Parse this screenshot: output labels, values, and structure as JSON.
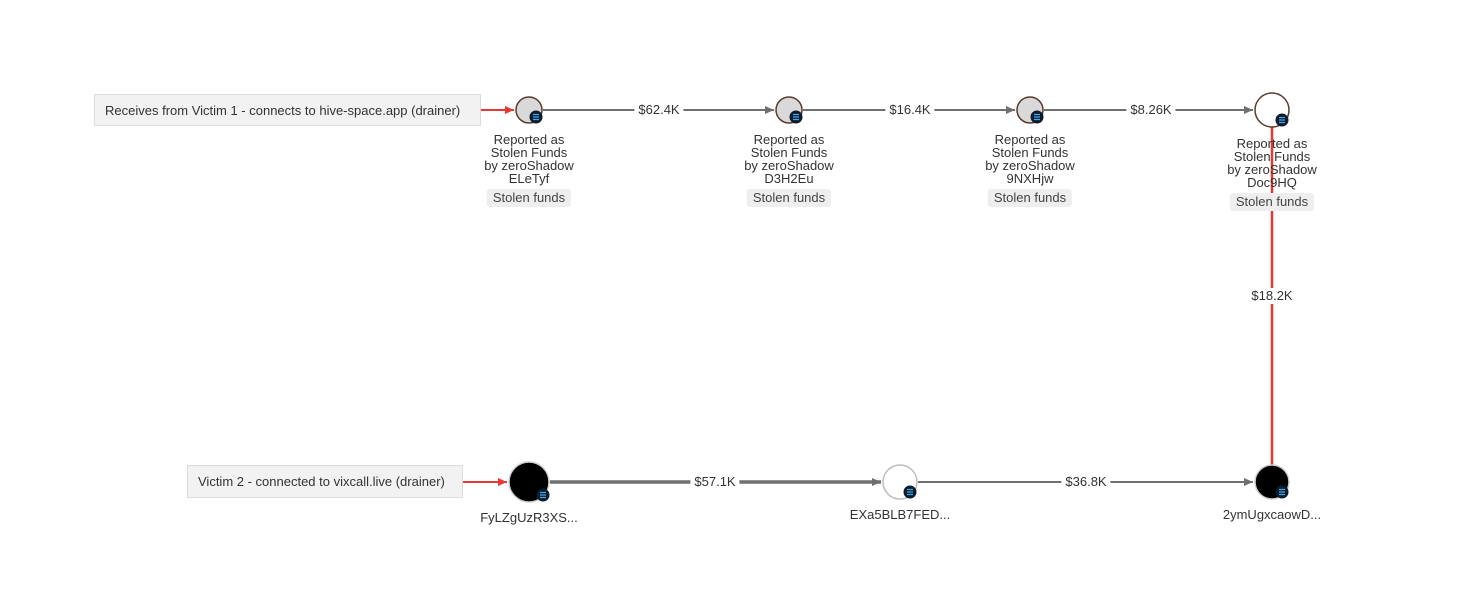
{
  "callouts": {
    "victim1": "Receives from Victim 1 - connects to hive-space.app (drainer)",
    "victim2": "Victim 2 - connected to vixcall.live (drainer)"
  },
  "nodes": {
    "n1": {
      "lines": [
        "Reported as",
        "Stolen Funds",
        "by zeroShadow",
        "ELeTyf"
      ],
      "tag": "Stolen funds"
    },
    "n2": {
      "lines": [
        "Reported as",
        "Stolen Funds",
        "by zeroShadow",
        "D3H2Eu"
      ],
      "tag": "Stolen funds"
    },
    "n3": {
      "lines": [
        "Reported as",
        "Stolen Funds",
        "by zeroShadow",
        "9NXHjw"
      ],
      "tag": "Stolen funds"
    },
    "n4": {
      "lines": [
        "Reported as",
        "Stolen Funds",
        "by zeroShadow",
        "Doc9HQ"
      ],
      "tag": "Stolen funds"
    },
    "n5": {
      "address": "FyLZgUzR3XS..."
    },
    "n6": {
      "address": "EXa5BLB7FED..."
    },
    "n7": {
      "address": "2ymUgxcaowD..."
    }
  },
  "edges": {
    "e1": "$62.4K",
    "e2": "$16.4K",
    "e3": "$8.26K",
    "e4": "$18.2K",
    "e5": "$57.1K",
    "e6": "$36.8K"
  },
  "colors": {
    "edge": "#6f6f6f",
    "highlight_edge": "#e53935",
    "node_reported_fill": "#d9d9d9",
    "node_reported_stroke": "#5a3a2e",
    "node_dark": "#000000",
    "chain_badge": "#0d1b2a",
    "chain_badge_lines": "#3fa9f5"
  },
  "icons": {
    "chain_badge": "solana-icon"
  }
}
